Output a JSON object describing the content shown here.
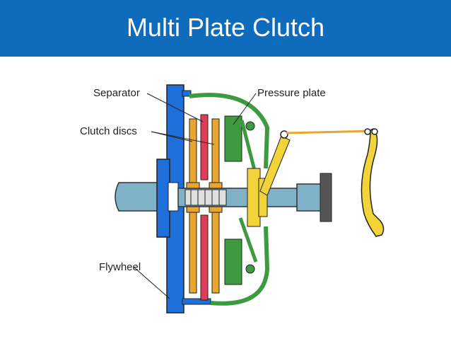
{
  "header": {
    "title": "Multi Plate Clutch"
  },
  "labels": {
    "separator": "Separator",
    "pressure_plate": "Pressure plate",
    "clutch_discs": "Clutch discs",
    "flywheel": "Flywheel"
  },
  "colors": {
    "banner": "#0F6CBD",
    "flywheel": "#1E6FD9",
    "separator": "#E03C5A",
    "discs": "#E8A631",
    "pressure_plate": "#3E9A3E",
    "pedal": "#F2D43A",
    "shaft": "#7FB2C7"
  }
}
